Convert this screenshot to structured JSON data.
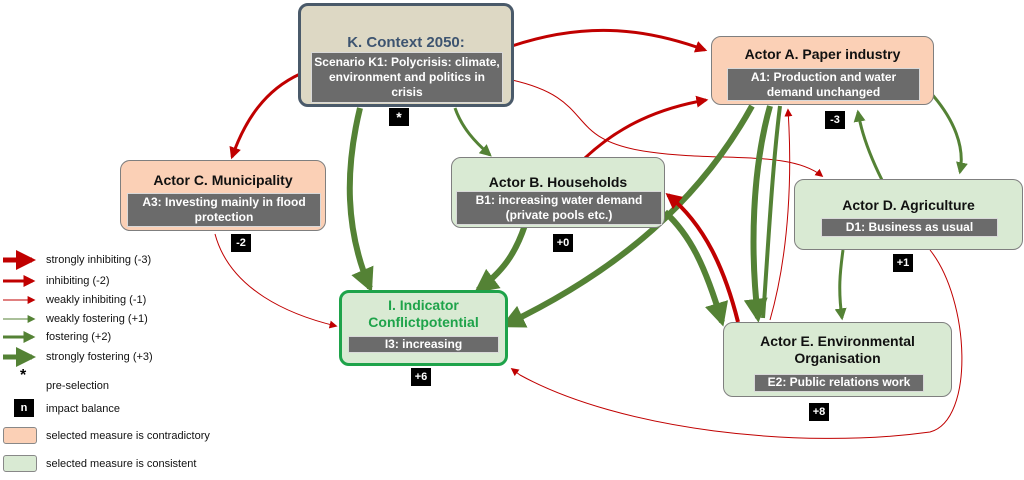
{
  "nodes": {
    "context": {
      "title": "K. Context 2050:",
      "state": "Scenario K1: Polycrisis: climate, environment and politics in crisis",
      "badge": "*"
    },
    "actor_a": {
      "title": "Actor A. Paper industry",
      "state": "A1: Production and water demand unchanged",
      "badge": "-3"
    },
    "actor_b": {
      "title": "Actor B. Households",
      "state": "B1: increasing water demand (private pools etc.)",
      "badge": "+0"
    },
    "actor_c": {
      "title": "Actor C. Municipality",
      "state": "A3: Investing mainly in flood protection",
      "badge": "-2"
    },
    "actor_d": {
      "title": "Actor D. Agriculture",
      "state": "D1: Business as usual",
      "badge": "+1"
    },
    "actor_e": {
      "title": "Actor E. Environmental Organisation",
      "state": "E2: Public relations work",
      "badge": "+8"
    },
    "indicator": {
      "title": "I. Indicator Conflictpotential",
      "state": "I3: increasing",
      "badge": "+6"
    }
  },
  "legend": {
    "strongly_inhibiting": "strongly inhibiting (-3)",
    "inhibiting": "inhibiting (-2)",
    "weakly_inhibiting": "weakly inhibiting (-1)",
    "weakly_fostering": "weakly fostering (+1)",
    "fostering": "fostering (+2)",
    "strongly_fostering": "strongly fostering (+3)",
    "preselection_symbol": "*",
    "preselection": "pre-selection",
    "impact_symbol": "n",
    "impact_balance": "impact balance",
    "contradictory": "selected measure is contradictory",
    "consistent": "selected measure is consistent"
  },
  "colors": {
    "inhibiting": "#c00000",
    "fostering": "#548235",
    "contradictory_fill": "#fbd0b6",
    "consistent_fill": "#d9ead3",
    "context_fill": "#ddd8c4",
    "context_border": "#4a5a6a",
    "indicator_border": "#1ea34a",
    "indicator_text": "#1ea34a",
    "context_title_text": "#3d5470",
    "state_fill": "#6b6b6b"
  },
  "edges": [
    {
      "from": "context",
      "to": "actor_a",
      "type": "inhibiting",
      "strength": -2
    },
    {
      "from": "context",
      "to": "actor_c",
      "type": "inhibiting",
      "strength": -2
    },
    {
      "from": "context",
      "to": "actor_b",
      "type": "fostering",
      "strength": 2
    },
    {
      "from": "context",
      "to": "indicator",
      "type": "strongly_fostering",
      "strength": 3
    },
    {
      "from": "context",
      "to": "actor_d",
      "type": "weakly_inhibiting",
      "strength": -1
    },
    {
      "from": "actor_a",
      "to": "indicator",
      "type": "strongly_fostering",
      "strength": 3
    },
    {
      "from": "actor_a",
      "to": "actor_e",
      "type": "strongly_fostering",
      "strength": 3
    },
    {
      "from": "actor_a",
      "to": "actor_d",
      "type": "fostering",
      "strength": 2
    },
    {
      "from": "actor_b",
      "to": "actor_a",
      "type": "inhibiting",
      "strength": -2
    },
    {
      "from": "actor_b",
      "to": "indicator",
      "type": "strongly_fostering",
      "strength": 3
    },
    {
      "from": "actor_b",
      "to": "actor_e",
      "type": "strongly_fostering",
      "strength": 3
    },
    {
      "from": "actor_c",
      "to": "indicator",
      "type": "weakly_inhibiting",
      "strength": -1
    },
    {
      "from": "actor_d",
      "to": "actor_a",
      "type": "fostering",
      "strength": 2
    },
    {
      "from": "actor_d",
      "to": "actor_e",
      "type": "fostering",
      "strength": 2
    },
    {
      "from": "actor_d",
      "to": "indicator",
      "type": "weakly_inhibiting",
      "strength": -1
    },
    {
      "from": "actor_e",
      "to": "actor_b",
      "type": "strongly_inhibiting",
      "strength": -3
    },
    {
      "from": "actor_e",
      "to": "actor_a",
      "type": "weakly_inhibiting",
      "strength": -1
    }
  ]
}
